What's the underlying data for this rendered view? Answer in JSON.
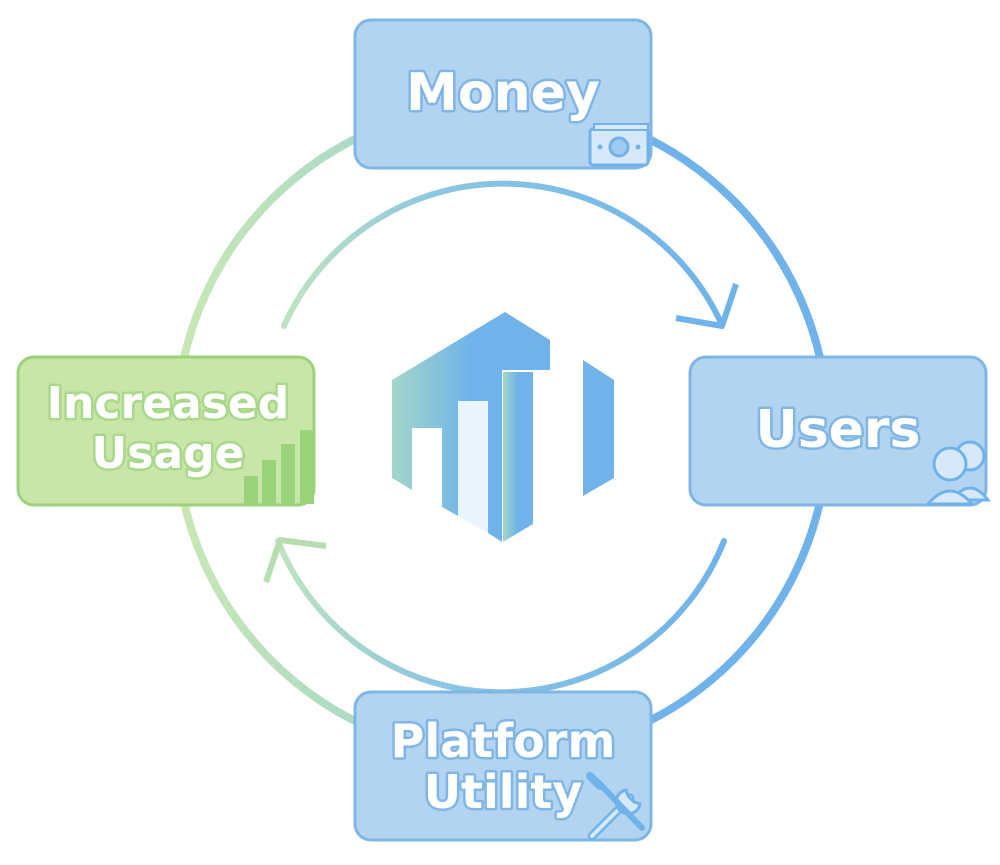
{
  "nodes": {
    "money": {
      "label": "Money",
      "icon": "money-bill-icon"
    },
    "users": {
      "label": "Users",
      "icon": "users-icon"
    },
    "platform": {
      "line1": "Platform",
      "line2": "Utility",
      "icon": "wrench-screwdriver-icon"
    },
    "usage": {
      "line1": "Increased",
      "line2": "Usage",
      "icon": "bar-chart-icon"
    }
  },
  "center": {
    "icon": "hexagon-bar-chart-logo"
  },
  "colors": {
    "blue_box_fill": "#b3d4f0",
    "blue_box_border": "#7fb6e6",
    "green_box_fill": "#c8e6a8",
    "green_box_border": "#9ad37a",
    "ring_blue": "#6fb3ea",
    "ring_green": "#b6deb0",
    "logo_teal": "#9fd4cc",
    "logo_blue": "#6fb3ea"
  }
}
